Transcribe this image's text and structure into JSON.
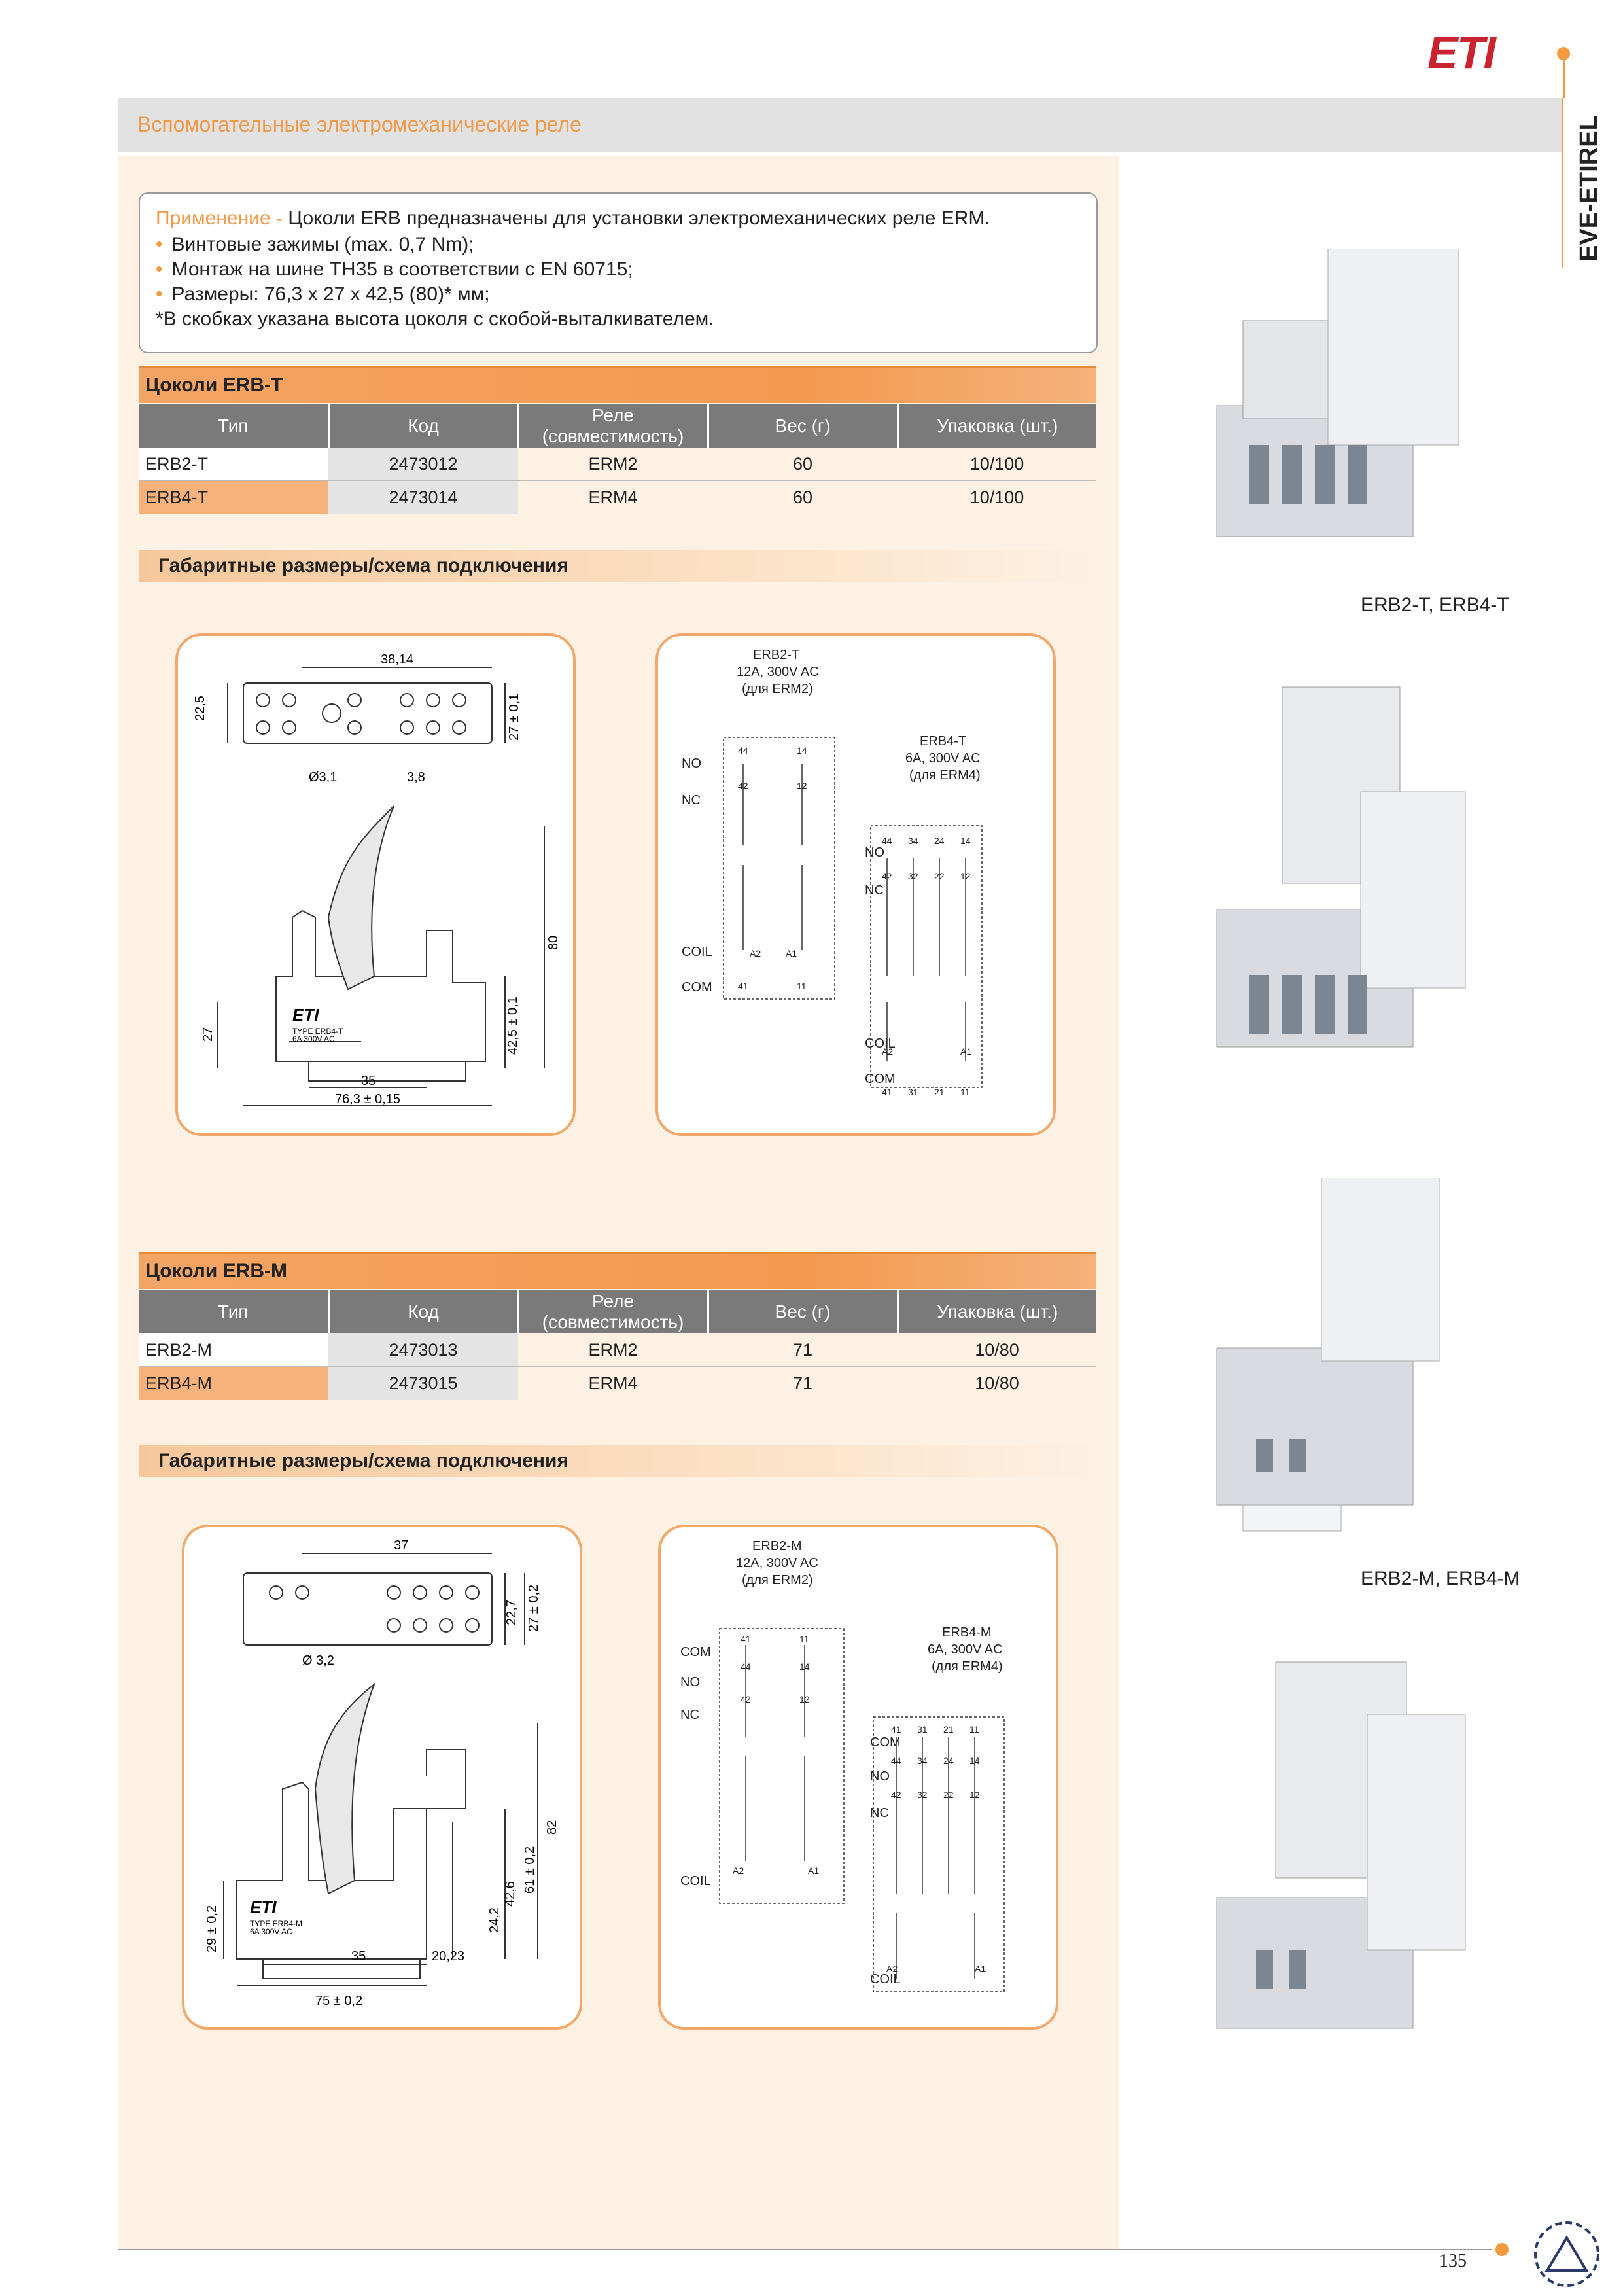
{
  "brand": {
    "logo": "ETI",
    "side_tab": "EVE-ETIREL"
  },
  "header": {
    "title": "Вспомогательные электромеханические реле"
  },
  "application": {
    "label": "Применение - ",
    "intro": "Цоколи ERB предназначены для установки электромеханических реле ERM.",
    "bullets": [
      "Винтовые зажимы (max. 0,7 Nm);",
      "Монтаж на шине ТН35 в соответствии с EN 60715;",
      "Размеры: 76,3 x 27 x 42,5 (80)* мм;"
    ],
    "note": "*В скобках указана высота цоколя с скобой-выталкивателем."
  },
  "table_t": {
    "title": "Цоколи ERB-T",
    "headers": [
      "Тип",
      "Код",
      "Реле (совместимость)",
      "Вес (г)",
      "Упаковка (шт.)"
    ],
    "rows": [
      [
        "ERB2-T",
        "2473012",
        "ERM2",
        "60",
        "10/100"
      ],
      [
        "ERB4-T",
        "2473014",
        "ERM4",
        "60",
        "10/100"
      ]
    ]
  },
  "table_m": {
    "title": "Цоколи ERB-M",
    "headers": [
      "Тип",
      "Код",
      "Реле (совместимость)",
      "Вес (г)",
      "Упаковка (шт.)"
    ],
    "rows": [
      [
        "ERB2-M",
        "2473013",
        "ERM2",
        "71",
        "10/80"
      ],
      [
        "ERB4-M",
        "2473015",
        "ERM4",
        "71",
        "10/80"
      ]
    ]
  },
  "dims_heading": "Габаритные размеры/схема подключения",
  "dims_t": {
    "labels": [
      "38,14",
      "22,5",
      "27 ± 0,1",
      "Ø3,1",
      "3,8",
      "80",
      "42,5 ± 0,1",
      "27",
      "35",
      "76,3 ± 0,15"
    ],
    "device_text": [
      "ETI",
      "TYPE ERB4-T",
      "6A 300V AC"
    ]
  },
  "wiring_t": {
    "erb2": {
      "title": "ERB2-T",
      "rating": "12A, 300V AC",
      "for": "(для ERM2)",
      "pins": [
        "44",
        "14",
        "42",
        "12",
        "41",
        "11",
        "A2",
        "A1"
      ]
    },
    "erb4": {
      "title": "ERB4-T",
      "rating": "6A, 300V AC",
      "for": "(для ERM4)",
      "pins": [
        "44",
        "34",
        "24",
        "14",
        "42",
        "32",
        "22",
        "12",
        "41",
        "31",
        "21",
        "11",
        "A2",
        "A1"
      ]
    },
    "terms": [
      "NO",
      "NC",
      "COIL",
      "COM"
    ]
  },
  "dims_m": {
    "labels": [
      "37",
      "22,7",
      "27 ± 0,2",
      "Ø 3,2",
      "82",
      "61 ± 0,2",
      "42,6",
      "24,2",
      "29 ± 0,2",
      "35",
      "20,23",
      "75 ± 0,2"
    ],
    "device_text": [
      "ETI",
      "TYPE ERB4-M",
      "6A 300V AC"
    ]
  },
  "wiring_m": {
    "erb2": {
      "title": "ERB2-M",
      "rating": "12A, 300V AC",
      "for": "(для ERM2)",
      "pins": [
        "41",
        "11",
        "44",
        "14",
        "42",
        "12",
        "A2",
        "A1"
      ]
    },
    "erb4": {
      "title": "ERB4-M",
      "rating": "6A, 300V AC",
      "for": "(для ERM4)",
      "pins": [
        "41",
        "31",
        "21",
        "11",
        "44",
        "34",
        "24",
        "14",
        "42",
        "32",
        "22",
        "12",
        "A2",
        "A1"
      ]
    },
    "terms": [
      "COM",
      "NO",
      "NC",
      "COIL"
    ]
  },
  "captions": {
    "photo_t": "ERB2-T, ERB4-T",
    "photo_m": "ERB2-M, ERB4-M"
  },
  "page_number": "135",
  "colors": {
    "accent": "#f39a3c",
    "brand": "#c9242f",
    "header_bar": "#e2e2e2",
    "table_head": "#7a7a7a"
  }
}
